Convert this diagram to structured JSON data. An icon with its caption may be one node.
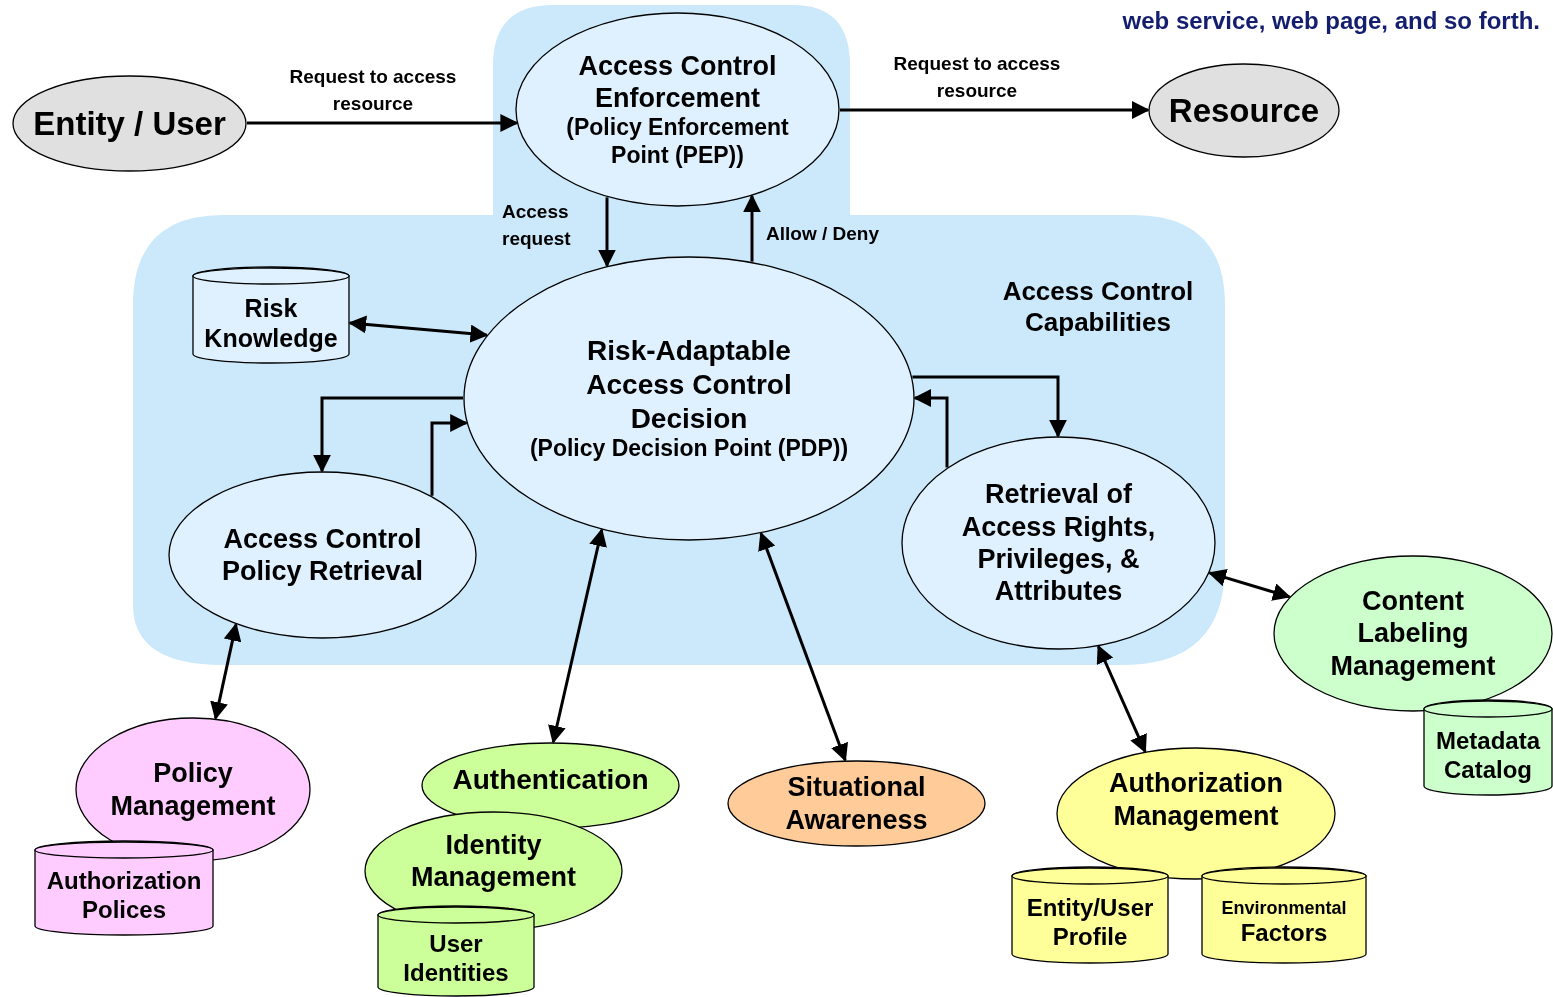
{
  "diagram": {
    "nodes": [
      {
        "text": [
          "Access Control Capabilities"
        ]
      },
      {
        "text": [
          "Entity / User"
        ]
      },
      {
        "text": [
          "Access Control Enforcement",
          "(Policy Enforcement Point (PEP))"
        ],
        "in": 0
      },
      {
        "text": [
          "Resource"
        ]
      },
      {
        "text": [
          "Risk Knowledge"
        ],
        "in": 0
      },
      {
        "text": [
          "Risk-Adaptable Access Control Decision",
          "(Policy Decision Point (PDP))"
        ],
        "in": 0
      },
      {
        "text": [
          "Access Control Policy Retrieval"
        ],
        "in": 0
      },
      {
        "text": [
          "Retrieval of Access Rights, Privileges, & Attributes"
        ],
        "in": 0
      },
      {
        "text": [
          "Content Labeling Management"
        ]
      },
      {
        "text": [
          "Metadata Catalog"
        ]
      },
      {
        "text": [
          "Policy Management"
        ]
      },
      {
        "text": [
          "Authorization Polices"
        ]
      },
      {
        "text": [
          "Authentication"
        ]
      },
      {
        "text": [
          "Identity Management"
        ]
      },
      {
        "text": [
          "User Identities"
        ]
      },
      {
        "text": [
          "Situational Awareness"
        ]
      },
      {
        "text": [
          "Authorization Management"
        ]
      },
      {
        "text": [
          "Entity/User Profile"
        ]
      },
      {
        "text": [
          "Environmental",
          "Factors"
        ]
      }
    ],
    "edges": [
      {
        "from": 1,
        "to": 2,
        "arrow": "to",
        "label": "Request to access resource"
      },
      {
        "from": 2,
        "to": 3,
        "arrow": "to",
        "label": "Request to access resource"
      },
      {
        "from": 2,
        "to": 5,
        "arrow": "to",
        "label": "Access request"
      },
      {
        "from": 5,
        "to": 2,
        "arrow": "to",
        "label": "Allow / Deny"
      },
      {
        "from": 4,
        "to": 5,
        "arrow": "both"
      },
      {
        "from": 5,
        "to": 6,
        "arrow": "to"
      },
      {
        "from": 6,
        "to": 5,
        "arrow": "to"
      },
      {
        "from": 5,
        "to": 7,
        "arrow": "to"
      },
      {
        "from": 7,
        "to": 5,
        "arrow": "to"
      },
      {
        "from": 6,
        "to": 10,
        "arrow": "both"
      },
      {
        "from": 5,
        "to": 12,
        "arrow": "both"
      },
      {
        "from": 5,
        "to": 15,
        "arrow": "both"
      },
      {
        "from": 7,
        "to": 16,
        "arrow": "both"
      },
      {
        "from": 7,
        "to": 8,
        "arrow": "both"
      }
    ],
    "labels": [
      "web service, web page, and so forth."
    ]
  }
}
